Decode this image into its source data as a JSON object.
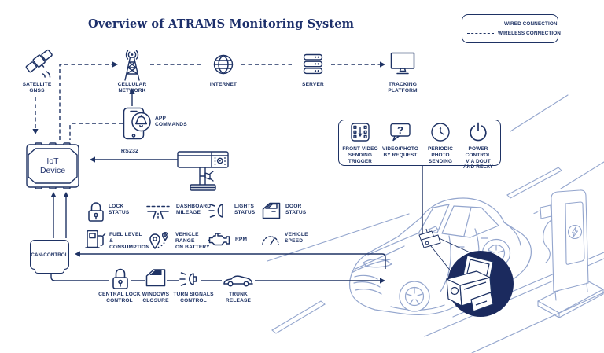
{
  "title": "Overview of ATRAMS Monitoring System",
  "colors": {
    "navy": "#1e3264",
    "light_blue": "#93a5cd",
    "callout_circle": "#1b2a5e"
  },
  "legend": {
    "wired_label": "WIRED CONNECTION",
    "wireless_label": "WIRELESS CONNECTION"
  },
  "network": {
    "satellite": {
      "label": "SATELLITE\nGNSS"
    },
    "cellular": {
      "label": "CELLULAR\nNETWORK"
    },
    "internet": {
      "label": "INTERNET"
    },
    "server": {
      "label": "SERVER"
    },
    "tracking": {
      "label": "TRACKING\nPLATFORM"
    },
    "app_commands": {
      "label": "APP\nCOMMANDS"
    }
  },
  "device": {
    "iot_label": "IoT\nDevice",
    "rs232_label": "RS232",
    "can_label": "CAN-CONTROL"
  },
  "features": {
    "front_video": {
      "label": "FRONT VIDEO\nSENDING TRIGGER"
    },
    "video_photo": {
      "label": "VIDEO/PHOTO\nBY REQUEST",
      "icon_glyph": "?"
    },
    "periodic": {
      "label": "PERIODIC\nPHOTO\nSENDING"
    },
    "power": {
      "label": "POWER CONTROL\nVIA DOUT\nAND RELAY"
    }
  },
  "statuses": {
    "lock": {
      "label": "LOCK\nSTATUS"
    },
    "mileage": {
      "label": "DASHBOARD\nMILEAGE"
    },
    "lights": {
      "label": "LIGHTS\nSTATUS"
    },
    "door": {
      "label": "DOOR\nSTATUS"
    },
    "fuel": {
      "label": "FUEL LEVEL\n& CONSUMPTION"
    },
    "range": {
      "label": "VEHICLE RANGE\nON BATTERY"
    },
    "rpm": {
      "label": "RPM"
    },
    "speed": {
      "label": "VEHICLE\nSPEED"
    }
  },
  "controls": {
    "central_lock": {
      "label": "CENTRAL LOCK\nCONTROL"
    },
    "windows": {
      "label": "WINDOWS\nCLOSURE"
    },
    "turn_signals": {
      "label": "TURN SIGNALS\nCONTROL"
    },
    "trunk": {
      "label": "TRUNK\nRELEASE"
    }
  }
}
